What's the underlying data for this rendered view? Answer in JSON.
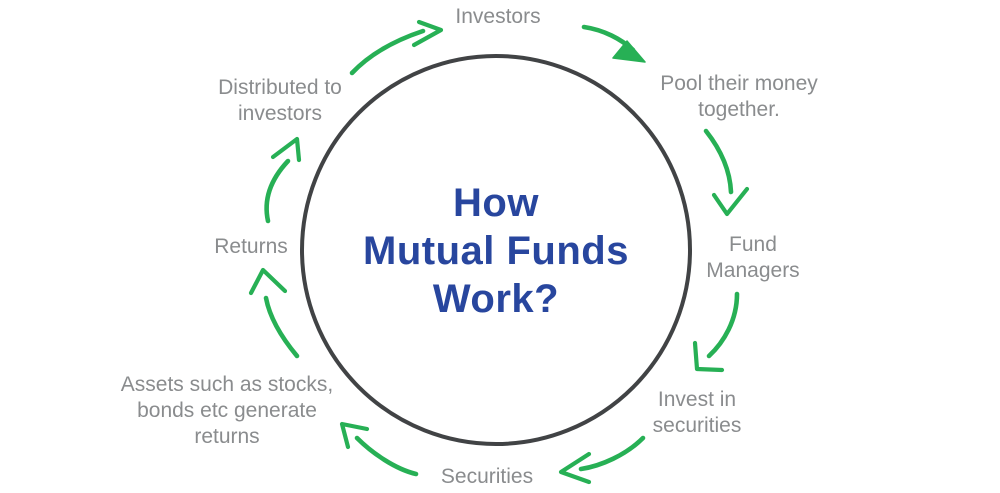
{
  "diagram": {
    "title": "How\nMutual Funds\nWork?",
    "steps": [
      {
        "id": "investors",
        "label": "Investors"
      },
      {
        "id": "pool",
        "label": "Pool their money\ntogether."
      },
      {
        "id": "fund-managers",
        "label": "Fund\nManagers"
      },
      {
        "id": "invest",
        "label": "Invest in\nsecurities"
      },
      {
        "id": "securities",
        "label": "Securities"
      },
      {
        "id": "assets",
        "label": "Assets such as stocks,\nbonds etc generate\nreturns"
      },
      {
        "id": "returns",
        "label": "Returns"
      },
      {
        "id": "distributed",
        "label": "Distributed to\ninvestors"
      }
    ],
    "flow_order": [
      "investors",
      "pool",
      "fund-managers",
      "invest",
      "securities",
      "assets",
      "returns",
      "distributed",
      "investors"
    ],
    "colors": {
      "green": "#27b055",
      "blue": "#28469e",
      "gray": "#8a8c8e",
      "circle": "#414345",
      "bg": "#ffffff"
    }
  }
}
